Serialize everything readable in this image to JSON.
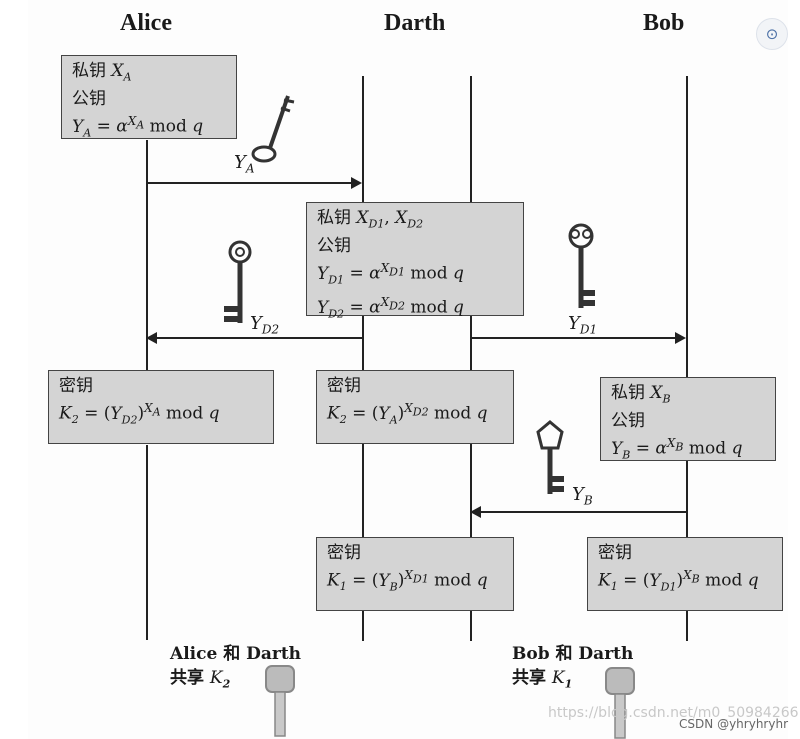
{
  "actors": {
    "alice": "Alice",
    "darth": "Darth",
    "bob": "Bob"
  },
  "alice_box": {
    "l1": "私钥",
    "l2": "公钥"
  },
  "darth_box": {
    "l1": "私钥",
    "l2": "公钥"
  },
  "alice_secret": {
    "l1": "密钥"
  },
  "darth_secret_top": {
    "l1": "密钥"
  },
  "bob_box": {
    "l1": "私钥",
    "l2": "公钥"
  },
  "darth_secret_bottom": {
    "l1": "密钥"
  },
  "bob_secret": {
    "l1": "密钥"
  },
  "labels": {
    "ya": "Y",
    "ya_sub": "A",
    "yd2": "Y",
    "yd2_sub": "D2",
    "yd1": "Y",
    "yd1_sub": "D1",
    "yb": "Y",
    "yb_sub": "B"
  },
  "shared": {
    "left_line1": "Alice 和 Darth",
    "left_line2": "共享",
    "right_line1": "Bob 和 Darth",
    "right_line2": "共享"
  },
  "watermark": "https://blog.csdn.net/m0_50984266",
  "credit": "CSDN @yhryhryhr",
  "icon_names": [
    "key-icon",
    "image-search-icon"
  ]
}
